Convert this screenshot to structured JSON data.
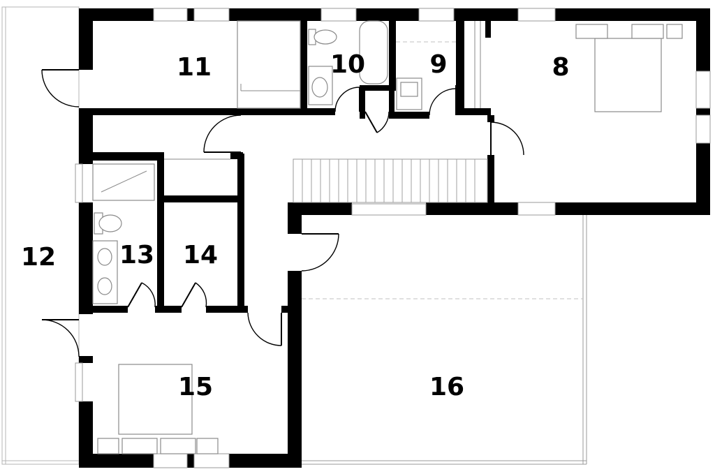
{
  "rooms": [
    {
      "id": "room-8",
      "label": "8"
    },
    {
      "id": "room-9",
      "label": "9"
    },
    {
      "id": "room-10",
      "label": "10"
    },
    {
      "id": "room-11",
      "label": "11"
    },
    {
      "id": "room-12",
      "label": "12"
    },
    {
      "id": "room-13",
      "label": "13"
    },
    {
      "id": "room-14",
      "label": "14"
    },
    {
      "id": "room-15",
      "label": "15"
    },
    {
      "id": "room-16",
      "label": "16"
    }
  ],
  "colors": {
    "wall": "#000000",
    "fixture": "#8a8a8a",
    "background": "#ffffff"
  }
}
